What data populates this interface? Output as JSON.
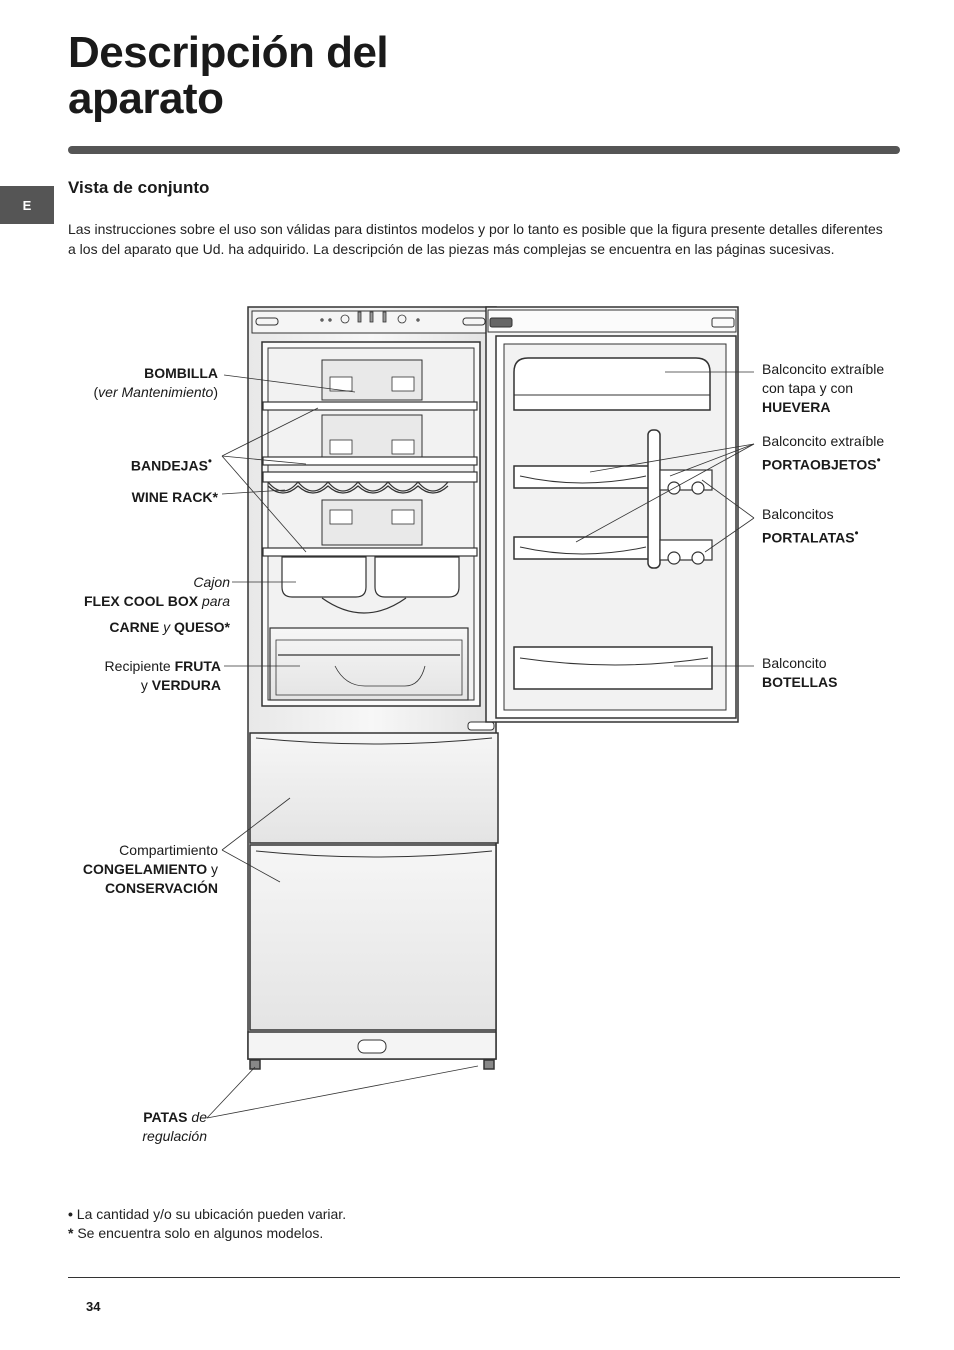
{
  "page": {
    "title_line1": "Descripción del",
    "title_line2": "aparato",
    "lang_tab": "E",
    "section_heading": "Vista de conjunto",
    "intro": "Las instrucciones sobre el uso son válidas para distintos modelos y por lo tanto es posible que la figura presente detalles diferentes a los del aparato que Ud. ha adquirido. La descripción de las piezas más complejas se encuentra en las páginas sucesivas.",
    "page_number": "34"
  },
  "labels": {
    "bombilla": "BOMBILLA",
    "bombilla_note_open": "(",
    "bombilla_note": "ver Mantenimiento",
    "bombilla_note_close": ")",
    "bandejas": "BANDEJAS",
    "bandejas_mark": "•",
    "wine_rack": "WINE RACK",
    "wine_rack_mark": "*",
    "cajon": "Cajon",
    "flex_cool_box": "FLEX COOL BOX",
    "para": " para",
    "carne": "CARNE",
    "y_italic": " y ",
    "queso": " QUESO",
    "queso_mark": "*",
    "recipiente": "Recipiente ",
    "fruta": "FRUTA",
    "y_plain": "y ",
    "verdura": "VERDURA",
    "compartimiento": "Compartimiento",
    "congelamiento": "CONGELAMIENTO",
    "y_after_cong": " y",
    "conservacion": "CONSERVACIÓN",
    "patas": "PATAS",
    "de": " de",
    "regulacion": "regulación",
    "balconcito_huevera_1": "Balconcito extraíble",
    "balconcito_huevera_2": "con tapa y con",
    "huevera": "HUEVERA",
    "balconcito_porta_1": "Balconcito extraíble",
    "portaobjetos": "PORTAOBJETOS",
    "portaobjetos_mark": "•",
    "balconcitos": "Balconcitos",
    "portalatas": "PORTALATAS",
    "portalatas_mark": "•",
    "balconcito_bot": "Balconcito",
    "botellas": "BOTELLAS"
  },
  "footnotes": {
    "dot_symbol": "•",
    "dot_text": " La cantidad y/o su ubicación pueden variar.",
    "star_symbol": "*",
    "star_text": " Se encuentra solo en algunos modelos."
  },
  "colors": {
    "heading_bar": "#555555",
    "line": "#333333",
    "fridge_fill": "#f3f3f3"
  }
}
